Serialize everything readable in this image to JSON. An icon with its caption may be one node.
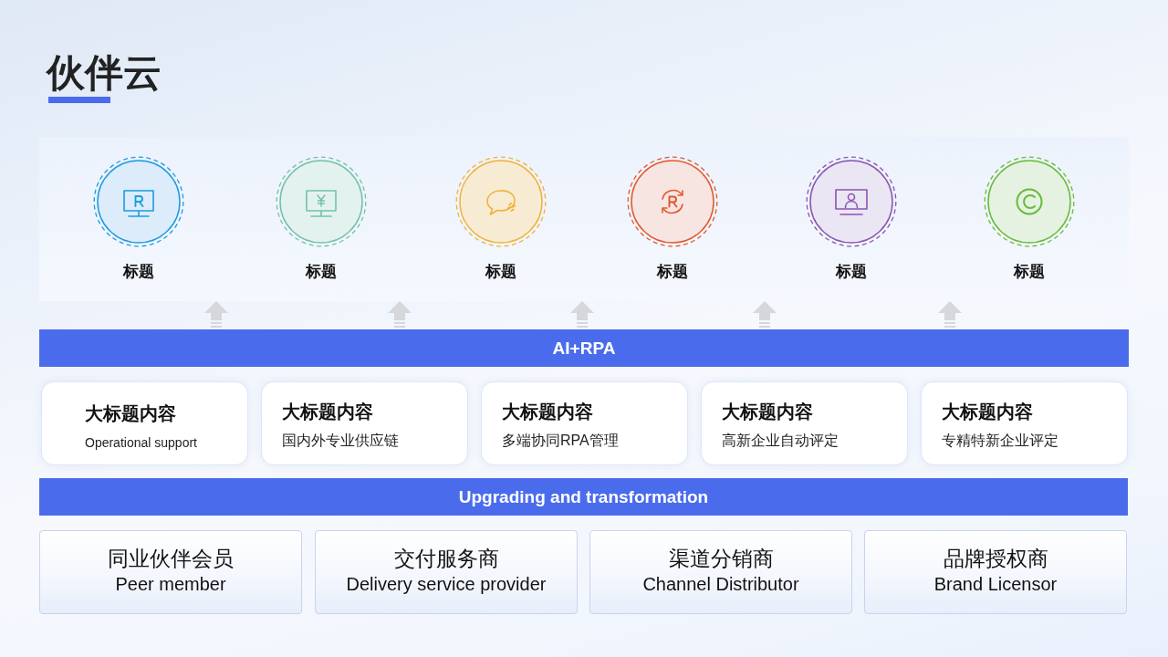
{
  "diagram": {
    "title": "伙伴云",
    "nodes": [
      {
        "text": [],
        "shape": "box"
      },
      {
        "text": [
          "标题"
        ],
        "in": 0
      },
      {
        "text": [
          "标题"
        ],
        "in": 0
      },
      {
        "text": [
          "标题"
        ],
        "in": 0
      },
      {
        "text": [
          "标题"
        ],
        "in": 0
      },
      {
        "text": [
          "标题"
        ],
        "in": 0
      },
      {
        "text": [
          "标题"
        ],
        "in": 0
      },
      {
        "text": [
          "AI+RPA"
        ]
      },
      {
        "text": [
          "大标题内容",
          "Operational support"
        ]
      },
      {
        "text": [
          "大标题内容",
          "国内外专业供应链"
        ]
      },
      {
        "text": [
          "大标题内容",
          "多端协同RPA管理"
        ]
      },
      {
        "text": [
          "大标题内容",
          "高新企业自动评定"
        ]
      },
      {
        "text": [
          "大标题内容",
          "专精特新企业评定"
        ]
      },
      {
        "text": [
          "Upgrading and transformation"
        ]
      },
      {
        "text": [
          "同业伙伴会员",
          "Peer member"
        ]
      },
      {
        "text": [
          "交付服务商",
          "Delivery service provider"
        ]
      },
      {
        "text": [
          "渠道分销商",
          "Channel Distributor"
        ]
      },
      {
        "text": [
          "品牌授权商",
          "Brand Licensor"
        ]
      }
    ],
    "edges": [
      {
        "from": 7,
        "to": 0,
        "arrow": "to"
      },
      {
        "from": 7,
        "to": 0,
        "arrow": "to"
      },
      {
        "from": 7,
        "to": 0,
        "arrow": "to"
      },
      {
        "from": 7,
        "to": 0,
        "arrow": "to"
      },
      {
        "from": 7,
        "to": 0,
        "arrow": "to"
      }
    ]
  }
}
